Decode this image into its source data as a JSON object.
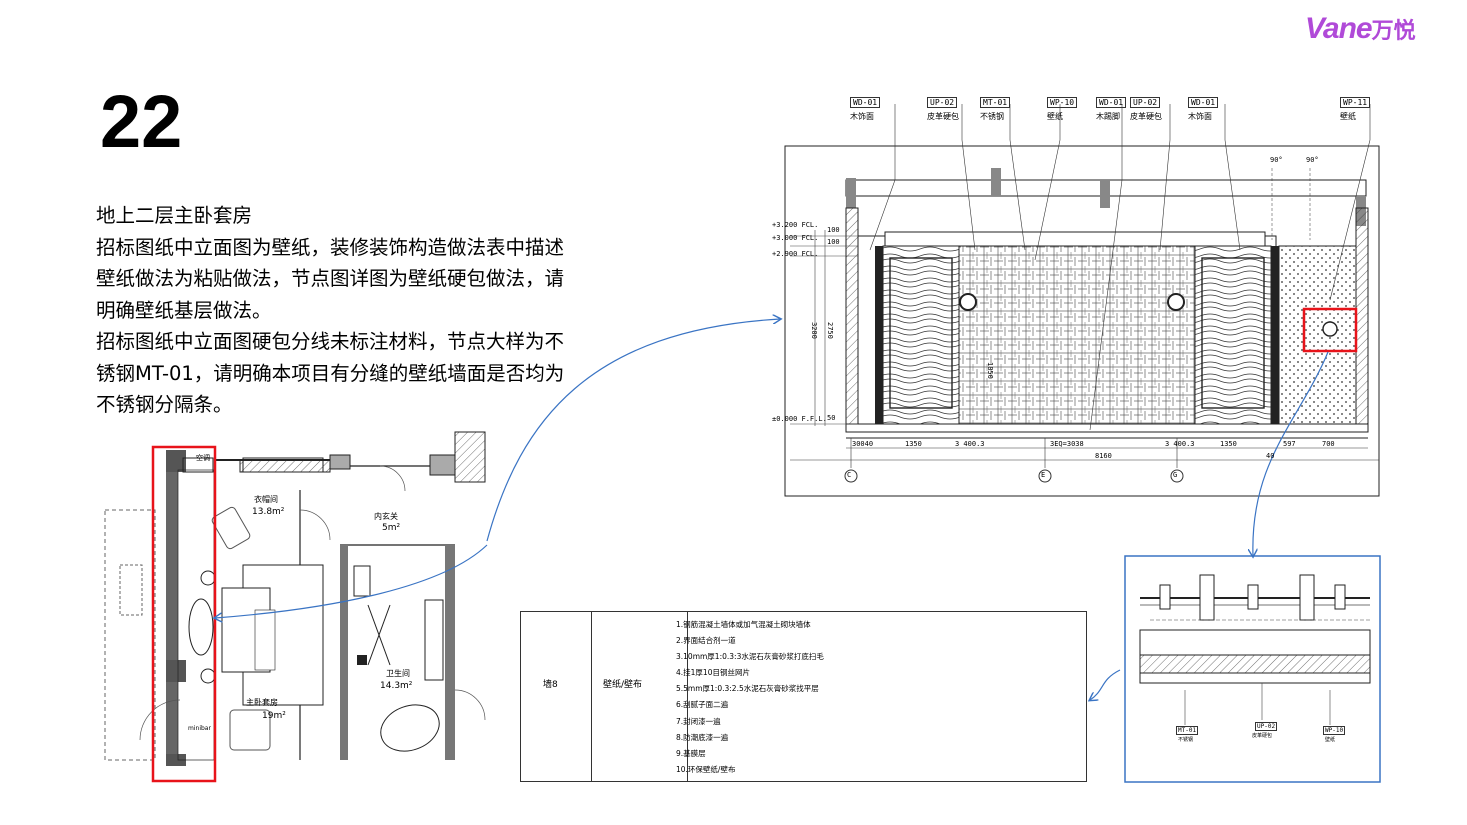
{
  "logo": {
    "brand": "Vane",
    "cn": "万悦"
  },
  "slide_number": "22",
  "description": [
    "地上二层主卧套房",
    "招标图纸中立面图为壁纸，装修装饰构造做法表中描述壁纸做法为粘贴做法，节点图详图为壁纸硬包做法，请明确壁纸基层做法。",
    "招标图纸中立面图硬包分线未标注材料，节点大样为不锈钢MT-01，请明确本项目有分缝的壁纸墙面是否均为不锈钢分隔条。"
  ],
  "elevation": {
    "tags": [
      {
        "code": "WD-01",
        "name": "木饰面"
      },
      {
        "code": "UP-02",
        "name": "皮革硬包"
      },
      {
        "code": "MT-01",
        "name": "不锈钢"
      },
      {
        "code": "WP-10",
        "name": "壁纸"
      },
      {
        "code": "WD-01",
        "name": "木踢脚"
      },
      {
        "code": "UP-02",
        "name": "皮革硬包"
      },
      {
        "code": "WD-01",
        "name": "木饰面"
      },
      {
        "code": "WP-11",
        "name": "壁纸"
      }
    ],
    "levels": [
      "+3.200 FCL.",
      "+3.000 FCL.",
      "+2.900 FCL.",
      "±0.000 F.F.L."
    ],
    "vertical_dims": [
      "100",
      "100",
      "3200",
      "2750",
      "1850",
      "50"
    ],
    "dims_bottom": [
      "30040",
      "1350",
      "3 400.3",
      "3EQ=3038",
      "3 400.3",
      "1350",
      "597",
      "700"
    ],
    "total": "8160",
    "sub_total": "40",
    "angles": [
      "90°",
      "90°"
    ],
    "grid_marks": [
      "C",
      "E",
      "G"
    ]
  },
  "plan": {
    "rooms": [
      {
        "name": "衣帽间",
        "area": "13.8m²"
      },
      {
        "name": "内玄关",
        "area": "5m²"
      },
      {
        "name": "主卧套房",
        "area": "19m²"
      },
      {
        "name": "卫生间",
        "area": "14.3m²"
      }
    ],
    "ac_label": "空调",
    "minibar": "minibar"
  },
  "construction_table": {
    "col1": "墙8",
    "col2": "壁纸/壁布",
    "steps": [
      "1.钢筋混凝土墙体或加气混凝土砌块墙体",
      "2.界面结合剂一道",
      "3.10mm厚1:0.3:3水泥石灰膏砂浆打底扫毛",
      "4.挂1厚10目钢丝网片",
      "5.5mm厚1:0.3:2.5水泥石灰膏砂浆找平层",
      "6.刮腻子面二遍",
      "7.封闭漆一遍",
      "8.防潮底漆一遍",
      "9.基膜层",
      "10.环保壁纸/壁布"
    ]
  },
  "detail": {
    "labels": [
      "MT-01",
      "UP-02",
      "WP-10"
    ],
    "notes": [
      "不锈钢",
      "皮革硬包",
      "壁纸"
    ]
  },
  "colors": {
    "accent": "#b04ad8",
    "highlight": "#e8131a",
    "arrow": "#3a74c4"
  }
}
